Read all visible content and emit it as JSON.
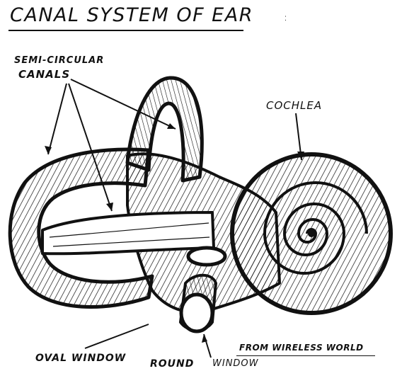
{
  "title": "CANAL SYSTEM OF EAR",
  "labels": {
    "semicircular_line1": "SEMI-CIRCULAR",
    "semicircular_line2": "CANALS",
    "cochlea": "COCHLEA",
    "oval_window": "OVAL WINDOW",
    "round": "ROUND",
    "window": "WINDOW"
  },
  "credit": "FROM WIRELESS WORLD",
  "colors": {
    "ink": "#111111",
    "paper": "#ffffff"
  }
}
